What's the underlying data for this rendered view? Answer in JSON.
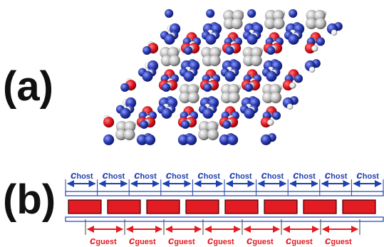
{
  "labels": {
    "a": "(a)",
    "b": "(b)"
  },
  "host": {
    "symbol": "c",
    "subscript": "host",
    "count": 10,
    "color": "#1f3fb0"
  },
  "guest": {
    "symbol": "c",
    "subscript": "guest",
    "count": 8,
    "color": "#e31b23"
  },
  "colors": {
    "oxygen": "#e0141e",
    "nitrogen": "#2a3bb0",
    "carbon": "#bdbdbd",
    "hydrogen": "#f2f2f2",
    "guest_block": "#e31b23",
    "host_rail": "#1f3fb0"
  }
}
